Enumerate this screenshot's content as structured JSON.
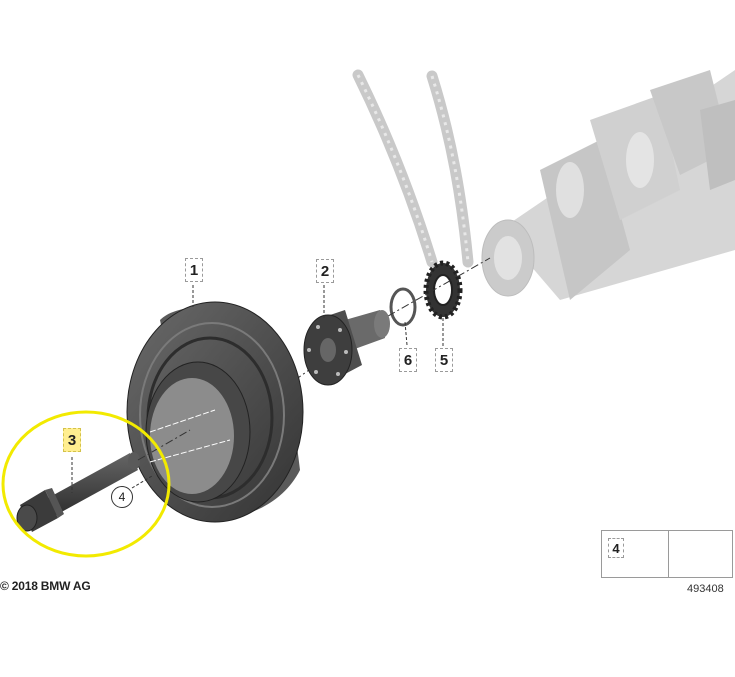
{
  "callouts": {
    "part_1": "1",
    "part_2": "2",
    "part_3": "3",
    "part_4": "4",
    "part_5": "5",
    "part_6": "6"
  },
  "legend": {
    "part_number": "4"
  },
  "copyright": "© 2018 BMW AG",
  "diagram_id": "493408",
  "colors": {
    "highlight_circle": "#f2ea00",
    "highlight_label": "#ffee90",
    "part_dark": "#4d4d4d",
    "background_part": "#d2d2d2"
  }
}
